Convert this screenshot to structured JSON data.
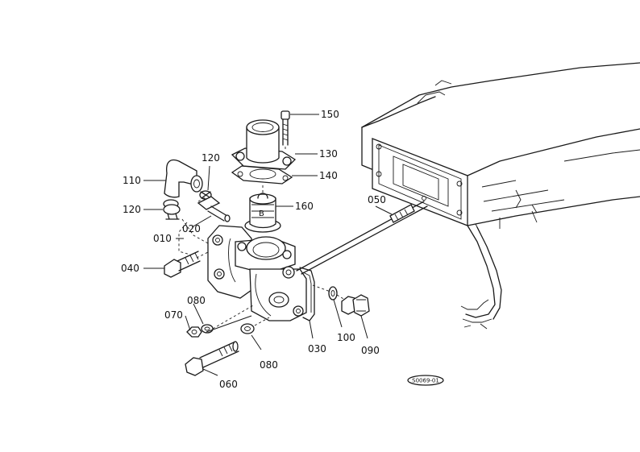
{
  "part_labels": {
    "p150": "150",
    "p130": "130",
    "p140": "140",
    "p120a": "120",
    "p110": "110",
    "p120b": "120",
    "p160": "160",
    "p050": "050",
    "p020": "020",
    "p010": "010",
    "p040": "040",
    "p080a": "080",
    "p070": "070",
    "p080b": "080",
    "p060": "060",
    "p030": "030",
    "p100": "100",
    "p090": "090"
  },
  "drawing_code": "S0069-01"
}
